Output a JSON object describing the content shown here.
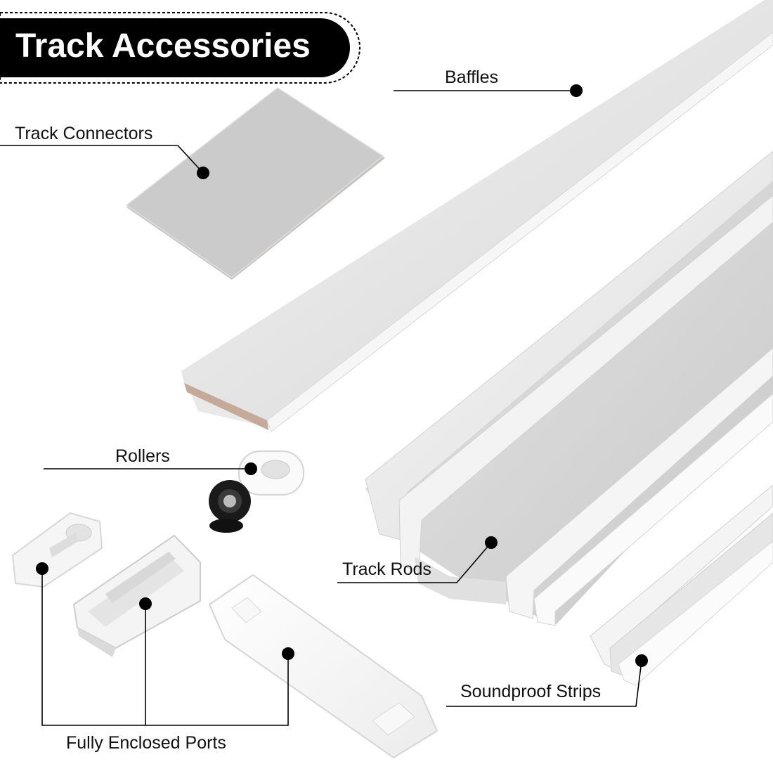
{
  "title": "Track Accessories",
  "labels": {
    "baffles": "Baffles",
    "track_connectors": "Track Connectors",
    "rollers": "Rollers",
    "track_rods": "Track Rods",
    "soundproof_strips": "Soundproof Strips",
    "fully_enclosed_ports": "Fully Enclosed Ports"
  },
  "colors": {
    "badge": "#000000",
    "leader_line": "#000000",
    "part_white": "#f4f4f4",
    "part_grey": "#c9c9c9"
  }
}
